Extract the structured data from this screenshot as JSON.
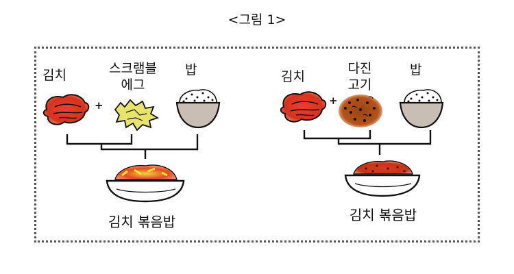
{
  "caption": "<그림 1>",
  "left": {
    "ingredients": [
      "김치",
      "스크램블\n에그",
      "밥"
    ],
    "plus": "+",
    "result": "김치 볶음밥"
  },
  "right": {
    "ingredients": [
      "김치",
      "다진\n고기",
      "밥"
    ],
    "plus": "+",
    "result": "김치 볶음밥"
  },
  "colors": {
    "kimchi": "#d8321f",
    "egg": "#e6e46a",
    "meat": "#8a3a10",
    "rice_bowl": "#c9beb4",
    "frame": "#555555"
  }
}
